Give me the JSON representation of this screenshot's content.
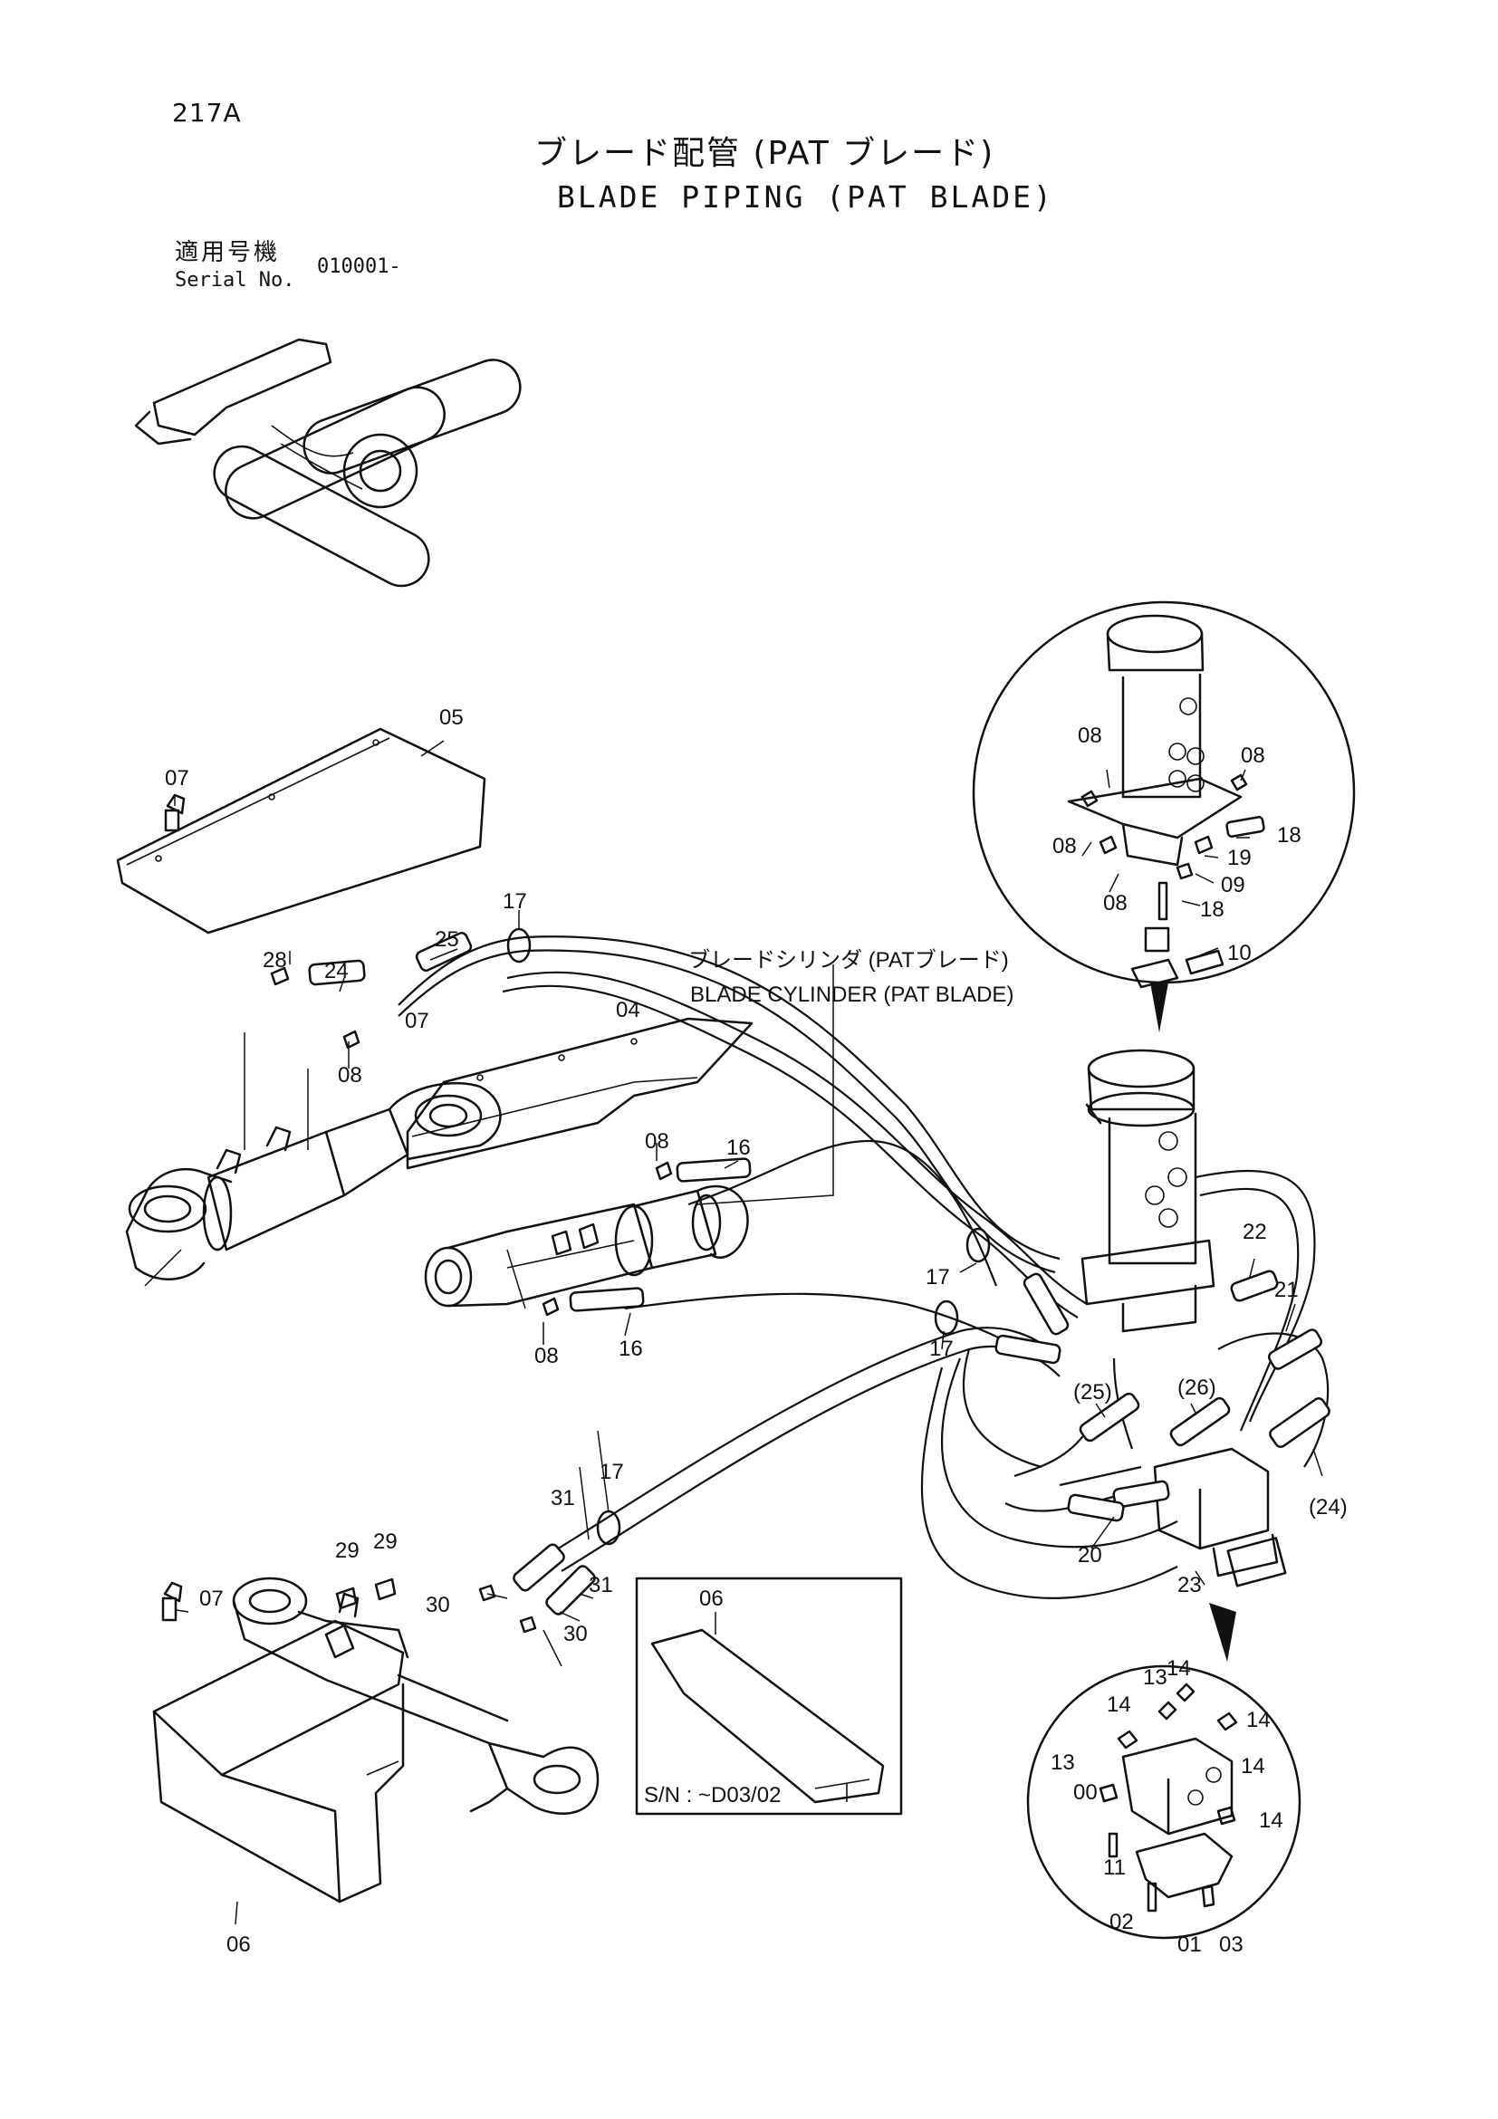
{
  "header": {
    "page_code": "217A",
    "title_jp": "ブレード配管 (PAT ブレード)",
    "title_en": "BLADE PIPING (PAT BLADE)",
    "serial_label_jp": "適用号機",
    "serial_label_en": "Serial No.",
    "serial_value": "010001-"
  },
  "callouts": {
    "cylinder_jp": "ブレードシリンダ (PATブレード)",
    "cylinder_en": "BLADE CYLINDER (PAT BLADE)",
    "inset_serial": "S/N : ~D03/02"
  },
  "part_labels": [
    "05",
    "07",
    "17",
    "25",
    "28",
    "24",
    "08",
    "04",
    "07",
    "08",
    "16",
    "16",
    "08",
    "17",
    "17",
    "22",
    "21",
    "(25)",
    "(26)",
    "(24)",
    "20",
    "23",
    "31",
    "17",
    "29",
    "29",
    "07",
    "31",
    "30",
    "30",
    "06",
    "06",
    "08",
    "08",
    "08",
    "18",
    "19",
    "08",
    "09",
    "18",
    "10",
    "14",
    "13",
    "14",
    "14",
    "13",
    "14",
    "00",
    "14",
    "11",
    "02",
    "01",
    "03"
  ]
}
